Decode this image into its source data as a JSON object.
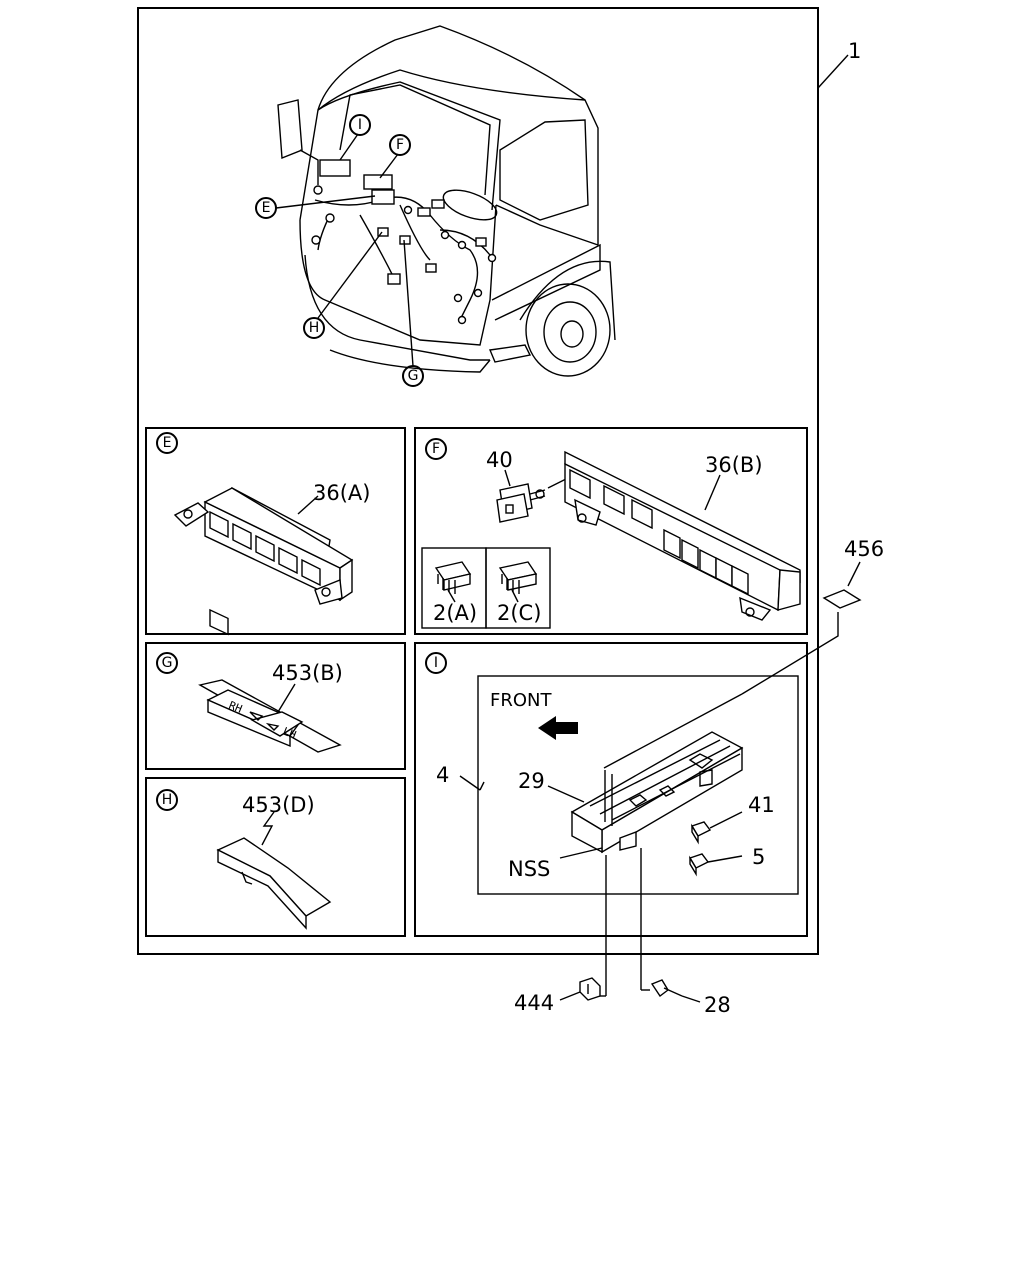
{
  "callouts": {
    "assembly": "1",
    "part_36a": "36(A)",
    "part_36b": "36(B)",
    "part_40": "40",
    "part_2a": "2(A)",
    "part_2c": "2(C)",
    "part_456": "456",
    "part_453b": "453(B)",
    "part_453d": "453(D)",
    "part_4": "4",
    "part_29": "29",
    "part_41": "41",
    "part_5": "5",
    "part_nss": "NSS",
    "part_444": "444",
    "part_28": "28",
    "front": "FRONT"
  },
  "detail_markers": {
    "i": "I",
    "f": "F",
    "e": "E",
    "h": "H",
    "g": "G"
  },
  "decal_text": {
    "rh": "RH",
    "lh": "LH"
  }
}
